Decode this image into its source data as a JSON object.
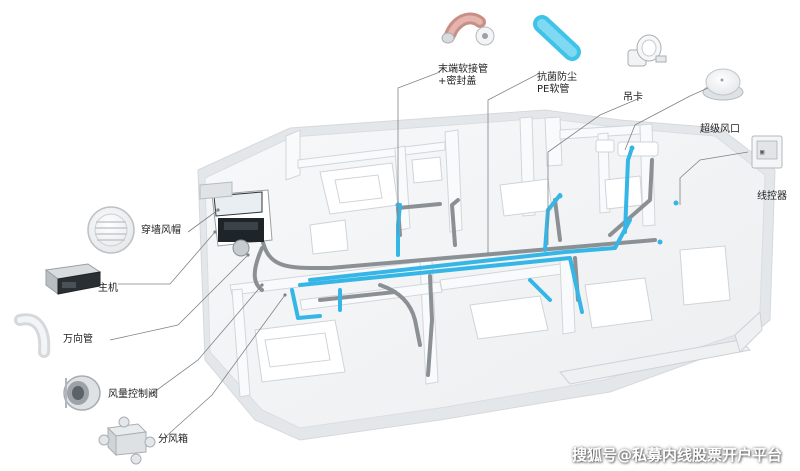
{
  "labels": {
    "end_hose": [
      "末端软接管",
      "+密封盖"
    ],
    "pe_hose": [
      "抗菌防尘",
      "PE软管"
    ],
    "hanger": "吊卡",
    "super_vent": "超级风口",
    "controller": "线控器",
    "wall_hood": "穿墙风帽",
    "main_unit": "主机",
    "elbow": "万向管",
    "damper": "风量控制阀",
    "splitter": "分风箱"
  },
  "watermark": "搜狐号@私募内线股票开户平台",
  "colors": {
    "duct_blue": "#35b6e6",
    "duct_gray": "#8a8e92",
    "wall": "#f1f3f5",
    "callout": "#7f8487"
  }
}
